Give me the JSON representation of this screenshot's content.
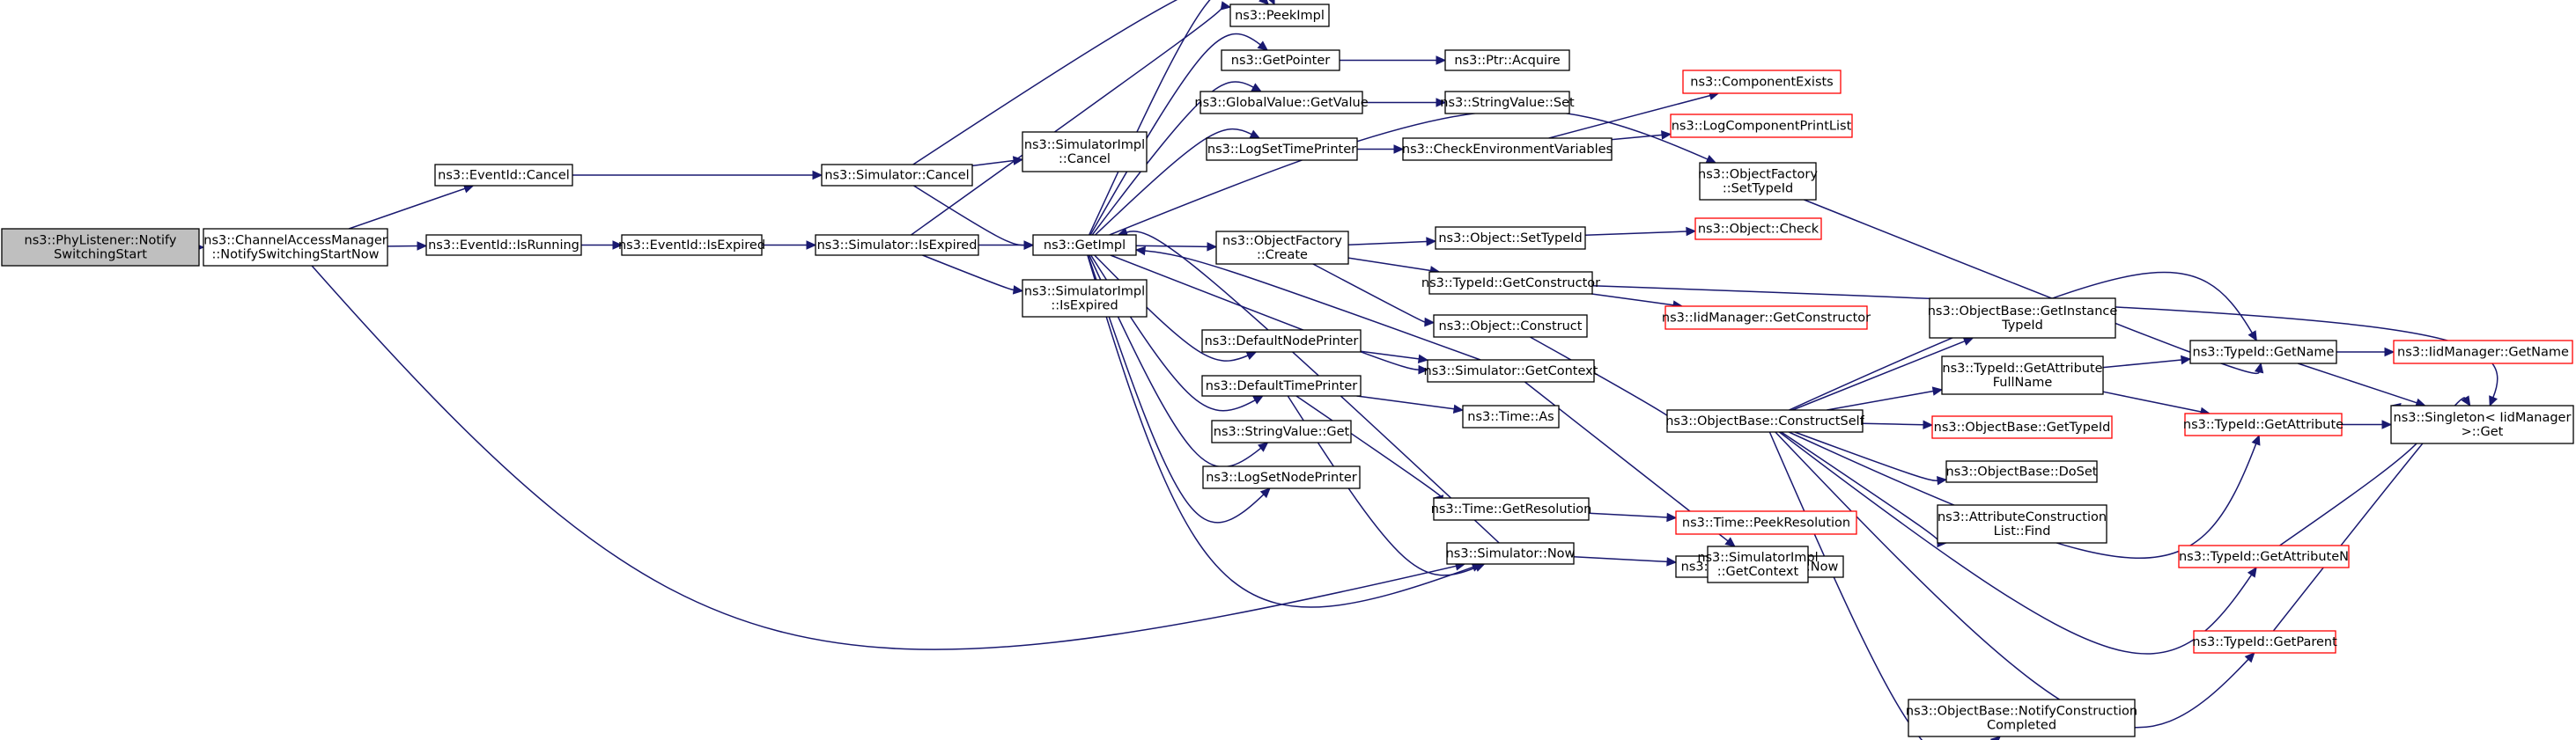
{
  "colors": {
    "edge": "#191970",
    "node_border": "#000000",
    "node_border_external": "#ff0000",
    "root_fill": "#bfbfbf",
    "node_fill": "#ffffff"
  },
  "nodes": [
    {
      "id": "notify",
      "lines": [
        "ns3::PhyListener::Notify",
        "SwitchingStart"
      ],
      "root": true
    },
    {
      "id": "cam",
      "lines": [
        "ns3::ChannelAccessManager",
        "::NotifySwitchingStartNow"
      ]
    },
    {
      "id": "evcancel",
      "lines": [
        "ns3::EventId::Cancel"
      ]
    },
    {
      "id": "evrunning",
      "lines": [
        "ns3::EventId::IsRunning"
      ]
    },
    {
      "id": "evexpired",
      "lines": [
        "ns3::EventId::IsExpired"
      ]
    },
    {
      "id": "simcancel",
      "lines": [
        "ns3::Simulator::Cancel"
      ]
    },
    {
      "id": "simexpired",
      "lines": [
        "ns3::Simulator::IsExpired"
      ]
    },
    {
      "id": "implcancel",
      "lines": [
        "ns3::SimulatorImpl",
        "::Cancel"
      ]
    },
    {
      "id": "implexpired",
      "lines": [
        "ns3::SimulatorImpl",
        "::IsExpired"
      ]
    },
    {
      "id": "getimpl",
      "lines": [
        "ns3::GetImpl"
      ]
    },
    {
      "id": "peekimpl",
      "lines": [
        "ns3::PeekImpl"
      ]
    },
    {
      "id": "getpointer",
      "lines": [
        "ns3::GetPointer"
      ]
    },
    {
      "id": "gvget",
      "lines": [
        "ns3::GlobalValue::GetValue"
      ]
    },
    {
      "id": "logsettp",
      "lines": [
        "ns3::LogSetTimePrinter"
      ]
    },
    {
      "id": "ofcreate",
      "lines": [
        "ns3::ObjectFactory",
        "::Create"
      ]
    },
    {
      "id": "defnp",
      "lines": [
        "ns3::DefaultNodePrinter"
      ]
    },
    {
      "id": "deftp",
      "lines": [
        "ns3::DefaultTimePrinter"
      ]
    },
    {
      "id": "svget",
      "lines": [
        "ns3::StringValue::Get"
      ]
    },
    {
      "id": "logsetnp",
      "lines": [
        "ns3::LogSetNodePrinter"
      ]
    },
    {
      "id": "ptracq",
      "lines": [
        "ns3::Ptr::Acquire"
      ]
    },
    {
      "id": "svset",
      "lines": [
        "ns3::StringValue::Set"
      ]
    },
    {
      "id": "checkenv",
      "lines": [
        "ns3::CheckEnvironmentVariables"
      ]
    },
    {
      "id": "compexists",
      "lines": [
        "ns3::ComponentExists"
      ],
      "external": true
    },
    {
      "id": "logcompprint",
      "lines": [
        "ns3::LogComponentPrintList"
      ],
      "external": true
    },
    {
      "id": "ofsettypeid",
      "lines": [
        "ns3::ObjectFactory",
        "::SetTypeId"
      ]
    },
    {
      "id": "objsettypeid",
      "lines": [
        "ns3::Object::SetTypeId"
      ]
    },
    {
      "id": "objcheck",
      "lines": [
        "ns3::Object::Check"
      ],
      "external": true
    },
    {
      "id": "tidgetctor",
      "lines": [
        "ns3::TypeId::GetConstructor"
      ]
    },
    {
      "id": "iidgetctor",
      "lines": [
        "ns3::IidManager::GetConstructor"
      ],
      "external": true
    },
    {
      "id": "objconstruct",
      "lines": [
        "ns3::Object::Construct"
      ]
    },
    {
      "id": "simgetctx",
      "lines": [
        "ns3::Simulator::GetContext"
      ]
    },
    {
      "id": "timeas",
      "lines": [
        "ns3::Time::As"
      ]
    },
    {
      "id": "timegetres",
      "lines": [
        "ns3::Time::GetResolution"
      ]
    },
    {
      "id": "timepeekres",
      "lines": [
        "ns3::Time::PeekResolution"
      ],
      "external": true
    },
    {
      "id": "simnow",
      "lines": [
        "ns3::Simulator::Now"
      ]
    },
    {
      "id": "implnow",
      "lines": [
        "ns3::SimulatorImpl::Now"
      ]
    },
    {
      "id": "implgetctx",
      "lines": [
        "ns3::SimulatorImpl",
        "::GetContext"
      ]
    },
    {
      "id": "obconstructself",
      "lines": [
        "ns3::ObjectBase::ConstructSelf"
      ]
    },
    {
      "id": "obgetinst",
      "lines": [
        "ns3::ObjectBase::GetInstance",
        "TypeId"
      ]
    },
    {
      "id": "tidgetattrfull",
      "lines": [
        "ns3::TypeId::GetAttribute",
        "FullName"
      ]
    },
    {
      "id": "obgettypeid",
      "lines": [
        "ns3::ObjectBase::GetTypeId"
      ],
      "external": true
    },
    {
      "id": "obdoset",
      "lines": [
        "ns3::ObjectBase::DoSet"
      ]
    },
    {
      "id": "attrconstr",
      "lines": [
        "ns3::AttributeConstruction",
        "List::Find"
      ]
    },
    {
      "id": "obnotify",
      "lines": [
        "ns3::ObjectBase::NotifyConstruction",
        "Completed"
      ]
    },
    {
      "id": "tidgetname",
      "lines": [
        "ns3::TypeId::GetName"
      ]
    },
    {
      "id": "iidgetname",
      "lines": [
        "ns3::IidManager::GetName"
      ],
      "external": true
    },
    {
      "id": "tidgetattr",
      "lines": [
        "ns3::TypeId::GetAttribute"
      ],
      "external": true
    },
    {
      "id": "tidgetattrn",
      "lines": [
        "ns3::TypeId::GetAttributeN"
      ],
      "external": true
    },
    {
      "id": "tidgetparent",
      "lines": [
        "ns3::TypeId::GetParent"
      ],
      "external": true
    },
    {
      "id": "singleton",
      "lines": [
        "ns3::Singleton< IidManager",
        " >::Get"
      ]
    }
  ],
  "edges": [
    [
      "notify",
      "cam"
    ],
    [
      "cam",
      "evcancel"
    ],
    [
      "cam",
      "evrunning"
    ],
    [
      "cam",
      "simnow"
    ],
    [
      "evcancel",
      "simcancel"
    ],
    [
      "evrunning",
      "evexpired"
    ],
    [
      "evexpired",
      "simexpired"
    ],
    [
      "simcancel",
      "peekimpl"
    ],
    [
      "simcancel",
      "implcancel"
    ],
    [
      "simcancel",
      "getimpl"
    ],
    [
      "simexpired",
      "peekimpl"
    ],
    [
      "simexpired",
      "getimpl"
    ],
    [
      "simexpired",
      "implexpired"
    ],
    [
      "getimpl",
      "peekimpl"
    ],
    [
      "getimpl",
      "getpointer"
    ],
    [
      "getimpl",
      "gvget"
    ],
    [
      "getimpl",
      "logsettp"
    ],
    [
      "getimpl",
      "ofsettypeid"
    ],
    [
      "getimpl",
      "ofcreate"
    ],
    [
      "getimpl",
      "defnp"
    ],
    [
      "getimpl",
      "deftp"
    ],
    [
      "getimpl",
      "svget"
    ],
    [
      "getimpl",
      "logsetnp"
    ],
    [
      "getimpl",
      "simnow"
    ],
    [
      "getimpl",
      "simgetctx"
    ],
    [
      "getpointer",
      "ptracq"
    ],
    [
      "gvget",
      "svset"
    ],
    [
      "logsettp",
      "checkenv"
    ],
    [
      "checkenv",
      "compexists"
    ],
    [
      "checkenv",
      "logcompprint"
    ],
    [
      "ofsettypeid",
      "tidgetname"
    ],
    [
      "ofcreate",
      "objsettypeid"
    ],
    [
      "ofcreate",
      "tidgetctor"
    ],
    [
      "ofcreate",
      "objconstruct"
    ],
    [
      "objsettypeid",
      "objcheck"
    ],
    [
      "tidgetctor",
      "iidgetctor"
    ],
    [
      "tidgetctor",
      "singleton"
    ],
    [
      "objconstruct",
      "obconstructself"
    ],
    [
      "defnp",
      "simgetctx"
    ],
    [
      "simgetctx",
      "getimpl"
    ],
    [
      "simgetctx",
      "implgetctx"
    ],
    [
      "deftp",
      "timeas"
    ],
    [
      "deftp",
      "timegetres"
    ],
    [
      "deftp",
      "simnow"
    ],
    [
      "timegetres",
      "timepeekres"
    ],
    [
      "simnow",
      "getimpl"
    ],
    [
      "simnow",
      "implnow"
    ],
    [
      "obconstructself",
      "tidgetname"
    ],
    [
      "obconstructself",
      "obgetinst"
    ],
    [
      "obconstructself",
      "tidgetattrfull"
    ],
    [
      "obconstructself",
      "obgettypeid"
    ],
    [
      "obconstructself",
      "obdoset"
    ],
    [
      "obconstructself",
      "attrconstr"
    ],
    [
      "obconstructself",
      "tidgetattr"
    ],
    [
      "obconstructself",
      "tidgetattrn"
    ],
    [
      "obconstructself",
      "tidgetparent"
    ],
    [
      "obconstructself",
      "obnotify"
    ],
    [
      "tidgetattrfull",
      "tidgetname"
    ],
    [
      "tidgetattrfull",
      "tidgetattr"
    ],
    [
      "tidgetname",
      "iidgetname"
    ],
    [
      "tidgetname",
      "singleton"
    ],
    [
      "tidgetattr",
      "singleton"
    ],
    [
      "tidgetattrn",
      "singleton"
    ],
    [
      "tidgetparent",
      "singleton"
    ]
  ]
}
